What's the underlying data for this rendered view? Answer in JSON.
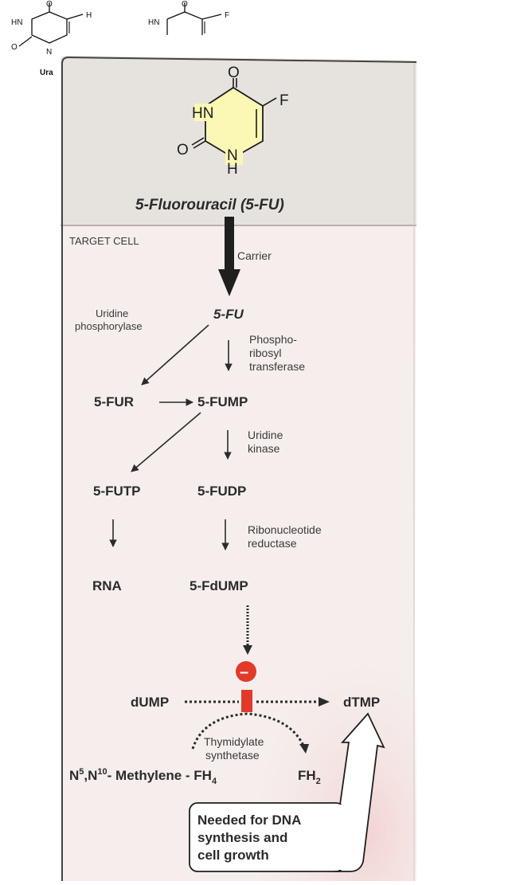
{
  "top_strip": {
    "left_structure": {
      "atoms": [
        "O",
        "HN",
        "H",
        "O",
        "N"
      ],
      "caption": "Ura"
    },
    "right_structure": {
      "atoms": [
        "O",
        "HN",
        "F"
      ]
    }
  },
  "drug": {
    "name": "5-Fluorouracil (5-FU)",
    "ring_atoms": {
      "o_top": "O",
      "hn": "HN",
      "f": "F",
      "o_left": "O",
      "n": "N",
      "h": "H"
    }
  },
  "panel": {
    "label": "TARGET CELL"
  },
  "pathway": {
    "carrier": "Carrier",
    "fu": "5-FU",
    "uridine_phosphorylase": [
      "Uridine",
      "phosphorylase"
    ],
    "phosphoribosyl_transferase": [
      "Phospho-",
      "ribosyl",
      "transferase"
    ],
    "fur": "5-FUR",
    "fump": "5-FUMP",
    "uridine_kinase": [
      "Uridine",
      "kinase"
    ],
    "futp": "5-FUTP",
    "fudp": "5-FUDP",
    "ribonucleotide_reductase": [
      "Ribonucleotide",
      "reductase"
    ],
    "rna": "RNA",
    "fdump": "5-FdUMP",
    "inhibition_sign": "–",
    "dump": "dUMP",
    "dtmp": "dTMP",
    "enzyme": [
      "Thymidylate",
      "synthetase"
    ],
    "cofactor": {
      "n5": "N",
      "sup5": "5",
      "sep": ",N",
      "sup10": "10",
      "rest": "- Methylene - FH",
      "sub": "4"
    },
    "fh2": {
      "base": "FH",
      "sub": "2"
    },
    "callout": [
      "Needed for DNA",
      "synthesis and",
      "cell growth"
    ]
  },
  "colors": {
    "drug_band": "#e6e3df",
    "cell_bg": "#f5eeec",
    "ring_fill": "#fbf7b4",
    "inhibit_red": "#e23a2a",
    "arrow": "#2b2b2b"
  }
}
